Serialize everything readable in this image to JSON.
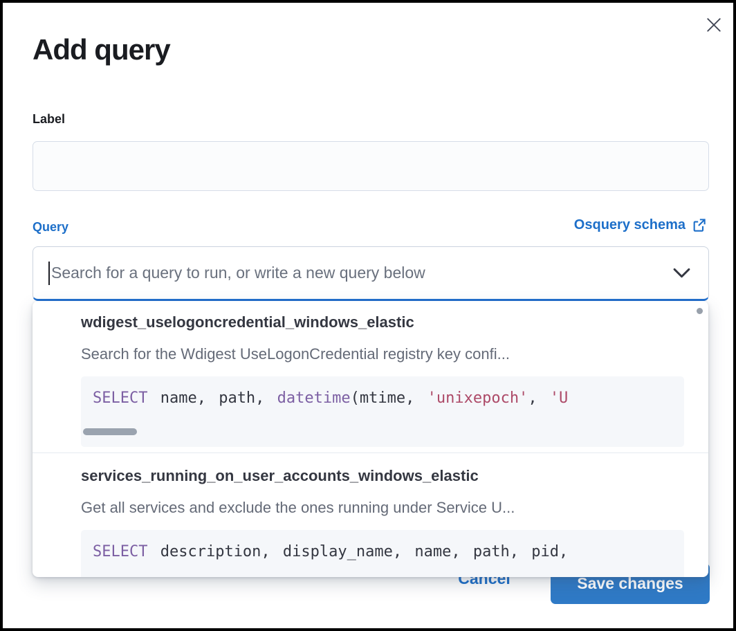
{
  "modal": {
    "title": "Add query"
  },
  "form": {
    "label_field": {
      "label": "Label",
      "value": ""
    },
    "query_field": {
      "label": "Query",
      "schema_link_label": "Osquery schema",
      "placeholder": "Search for a query to run, or write a new query below"
    }
  },
  "dropdown": {
    "options": [
      {
        "title": "wdigest_uselogoncredential_windows_elastic",
        "description": "Search for the Wdigest UseLogonCredential registry key confi...",
        "sql_tokens": [
          {
            "text": "SELECT",
            "type": "keyword"
          },
          {
            "text": " name, path, ",
            "type": "plain"
          },
          {
            "text": "datetime",
            "type": "keyword"
          },
          {
            "text": "(mtime, ",
            "type": "plain"
          },
          {
            "text": "'unixepoch'",
            "type": "string"
          },
          {
            "text": ", ",
            "type": "plain"
          },
          {
            "text": "'U",
            "type": "string"
          }
        ]
      },
      {
        "title": "services_running_on_user_accounts_windows_elastic",
        "description": "Get all services and exclude the ones running under Service U...",
        "sql_tokens": [
          {
            "text": "SELECT",
            "type": "keyword"
          },
          {
            "text": " description, display_name, name, path, pid,",
            "type": "plain"
          }
        ]
      }
    ]
  },
  "footer": {
    "cancel_label": "Cancel",
    "save_label": "Save changes"
  },
  "colors": {
    "accent_blue": "#1d6fc9",
    "button_blue": "#2f7ac6",
    "focus_underline": "#2270cf",
    "code_keyword": "#7c5fa3",
    "code_string": "#ad4a68",
    "code_plain": "#343741",
    "subdued_text": "#646a77"
  }
}
